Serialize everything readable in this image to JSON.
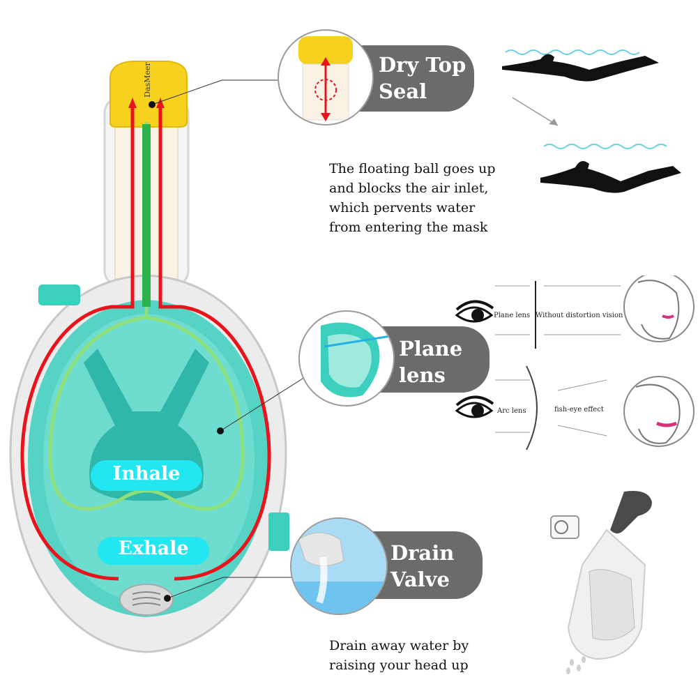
{
  "mask": {
    "brand": "DasMeer",
    "inhale_label": "Inhale",
    "exhale_label": "Exhale"
  },
  "dry_top": {
    "label_line1": "Dry Top",
    "label_line2": "Seal",
    "caption": [
      "The floating ball goes up",
      "and blocks the air inlet,",
      "which pervents water",
      "from entering the mask"
    ]
  },
  "plane_lens": {
    "label_line1": "Plane",
    "label_line2": "lens",
    "diagram": {
      "plane_lens_label": "Plane lens",
      "plane_result": "Without distortion vision",
      "arc_lens_label": "Arc lens",
      "arc_result": "fish-eye effect"
    }
  },
  "drain_valve": {
    "label_line1": "Drain",
    "label_line2": "Valve",
    "caption": [
      "Drain away water by",
      "raising your head up"
    ]
  },
  "colors": {
    "pill_gray": "#6b6b6b",
    "mask_teal": "#3ccfbe",
    "inhale_cyan": "#22e6f0",
    "airflow_red": "#e8141b",
    "airflow_green": "#2bb24c",
    "cap_yellow": "#f6d21e"
  }
}
